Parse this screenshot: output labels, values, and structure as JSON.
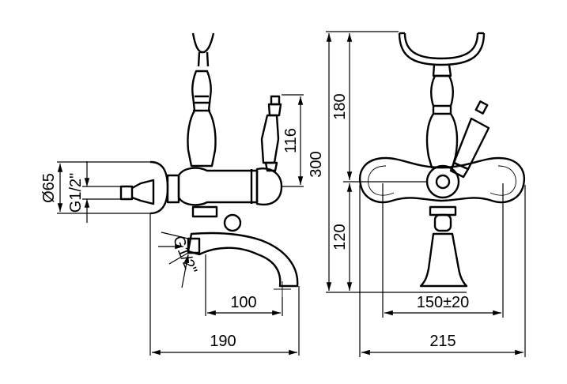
{
  "diagram": {
    "side_view": {
      "dim_width_total": "190",
      "dim_spout_reach": "100",
      "dim_handle_height": "116",
      "dim_body_diameter": "Ø65",
      "dim_inlet_thread": "G1/2\"",
      "dim_outlet_thread": "G1/2\""
    },
    "front_view": {
      "dim_width_total": "215",
      "dim_centres": "150±20",
      "dim_height_total": "300",
      "dim_height_upper": "180",
      "dim_height_lower": "120"
    }
  }
}
